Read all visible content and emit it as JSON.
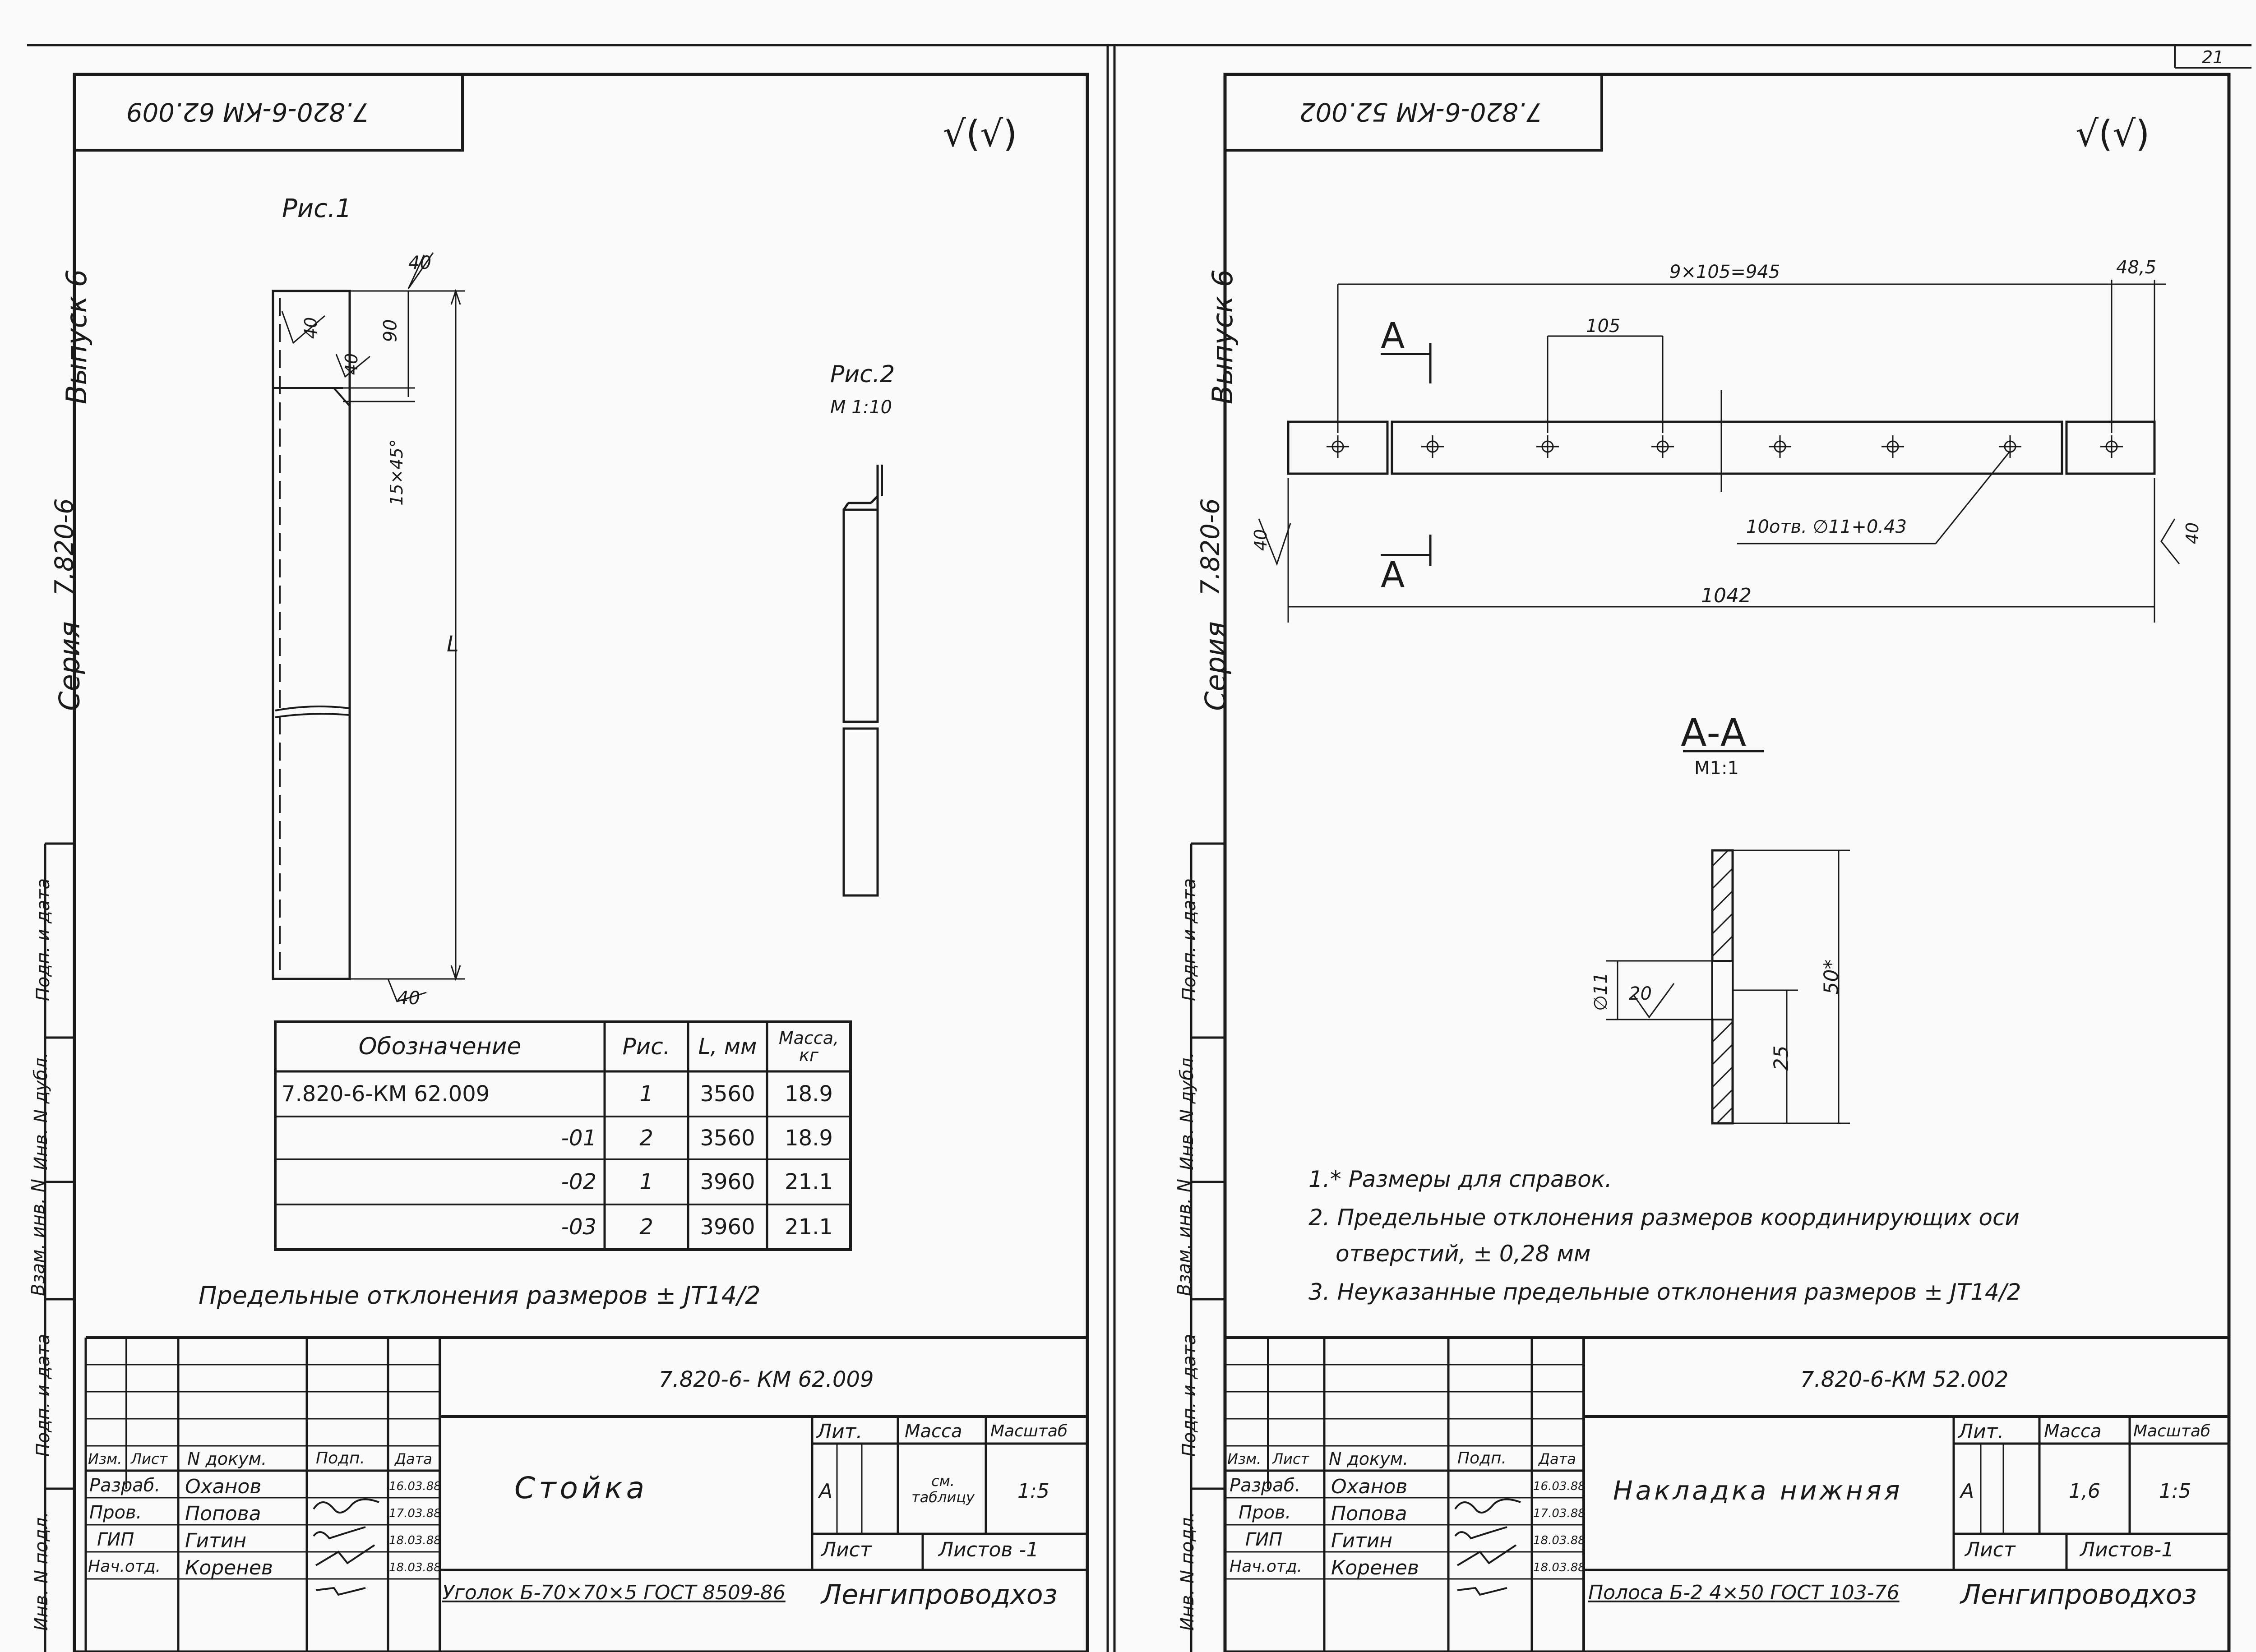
{
  "sheet_number": "21",
  "left": {
    "stamp_code": "7.820-6-КМ 62.009",
    "side_series_label": "Серия",
    "side_series_num": "7.820-6",
    "side_issue": "Выпуск 6",
    "side_fields": [
      "Взам. инв. N",
      "Инв. N дубл.",
      "Подп. и дата",
      "Подп. и дата",
      "Инв. N подл."
    ],
    "roughness": "√(√)",
    "fig1": {
      "title": "Рис.1",
      "dim_top": "40",
      "dim_bottom": "40",
      "dim_90": "90",
      "dim_chamfer": "15×45°",
      "dim_L": "L",
      "weld_40a": "40",
      "weld_40b": "40"
    },
    "fig2": {
      "title": "Рис.2",
      "scale": "М 1:10"
    },
    "table": {
      "headers": [
        "Обозначение",
        "Рис.",
        "L, мм",
        "Масса, кг"
      ],
      "rows": [
        [
          "7.820-6-КМ 62.009",
          "1",
          "3560",
          "18.9"
        ],
        [
          "-01",
          "2",
          "3560",
          "18.9"
        ],
        [
          "-02",
          "1",
          "3960",
          "21.1"
        ],
        [
          "-03",
          "2",
          "3960",
          "21.1"
        ]
      ]
    },
    "tolerance_note": "Предельные отклонения размеров ± JT14/2",
    "title_block": {
      "code": "7.820-6- КМ 62.009",
      "name": "Стойка",
      "roles": [
        {
          "role": "Разраб.",
          "name": "Оханов",
          "date": "16.03.88"
        },
        {
          "role": "Пров.",
          "name": "Попова",
          "date": "17.03.88"
        },
        {
          "role": "ГИП",
          "name": "Гитин",
          "date": "18.03.88"
        },
        {
          "role": "Нач.отд.",
          "name": "Коренев",
          "date": "18.03.88"
        }
      ],
      "col_headers": [
        "Изм.",
        "Лист",
        "N докум.",
        "Подп.",
        "Дата"
      ],
      "lit_label": "Лит.",
      "mass_label": "Масса",
      "scale_label": "Масштаб",
      "lit": "А",
      "mass": "см. таблицу",
      "scale": "1:5",
      "sheet_label": "Лист",
      "sheets_label": "Листов -1",
      "material": "Уголок Б-70×70×5 ГОСТ 8509-86",
      "org": "Ленгипроводхоз"
    }
  },
  "right": {
    "stamp_code": "7.820-6-КМ 52.002",
    "side_series_label": "Серия",
    "side_series_num": "7.820-6",
    "side_issue": "Выпуск 6",
    "side_fields": [
      "Взам. инв. N",
      "Инв. N дубл.",
      "Подп. и дата",
      "Подп. и дата",
      "Инв. N подл."
    ],
    "roughness": "√(√)",
    "plan": {
      "dim_total": "9×105=945",
      "dim_end": "48,5",
      "dim_pitch": "105",
      "dim_length": "1042",
      "holes_note": "10отв. ∅11+0.43",
      "section_mark": "А",
      "weld_left": "40",
      "weld_right": "40"
    },
    "section": {
      "title": "А-А",
      "scale": "М1:1",
      "dim_50": "50*",
      "dim_25": "25",
      "dim_hole": "∅11",
      "weld": "20"
    },
    "notes": [
      "1.* Размеры для справок.",
      "2. Предельные отклонения размеров координирующих оси",
      "отверстий, ± 0,28 мм",
      "3. Неуказанные предельные отклонения размеров ± JT14/2"
    ],
    "title_block": {
      "code": "7.820-6-КМ 52.002",
      "name": "Накладка нижняя",
      "roles": [
        {
          "role": "Разраб.",
          "name": "Оханов",
          "date": "16.03.88"
        },
        {
          "role": "Пров.",
          "name": "Попова",
          "date": "17.03.88"
        },
        {
          "role": "ГИП",
          "name": "Гитин",
          "date": "18.03.88"
        },
        {
          "role": "Нач.отд.",
          "name": "Коренев",
          "date": "18.03.88"
        }
      ],
      "col_headers": [
        "Изм.",
        "Лист",
        "N докум.",
        "Подп.",
        "Дата"
      ],
      "lit_label": "Лит.",
      "mass_label": "Масса",
      "scale_label": "Масштаб",
      "lit": "А",
      "mass": "1,6",
      "scale": "1:5",
      "sheet_label": "Лист",
      "sheets_label": "Листов-1",
      "material": "Полоса Б-2 4×50 ГОСТ 103-76",
      "org": "Ленгипроводхоз"
    }
  }
}
